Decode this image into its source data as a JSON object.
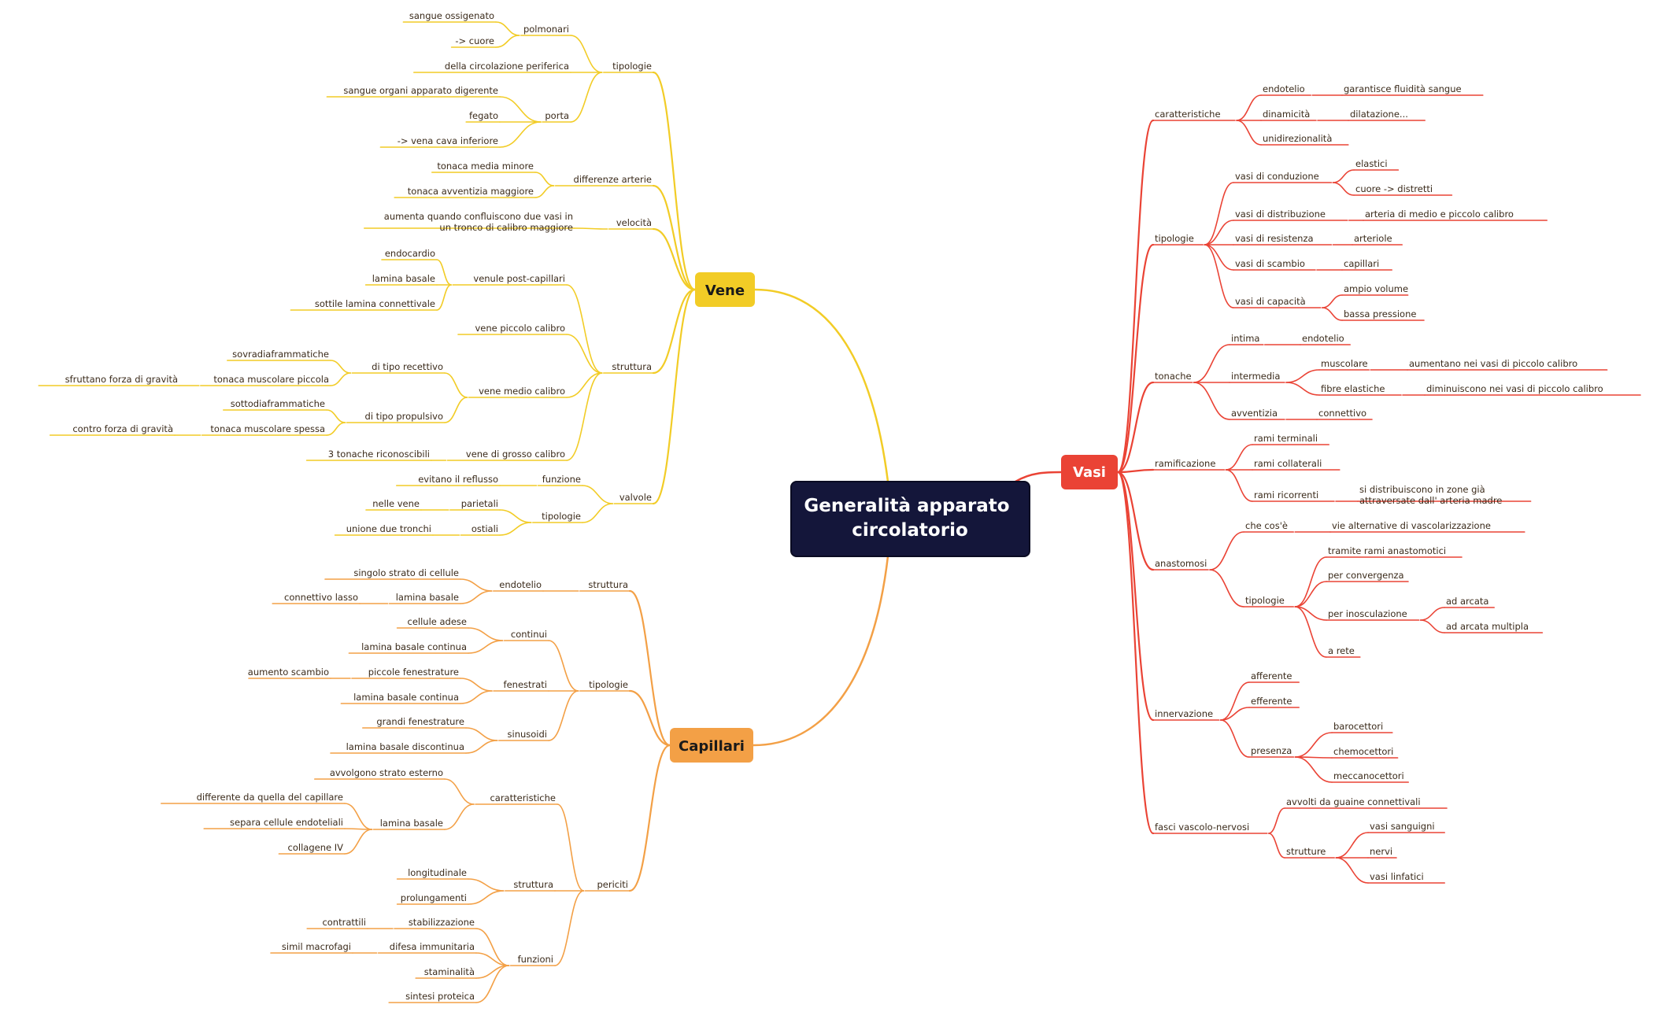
{
  "root": "Generalità apparato circolatorio",
  "colors": {
    "root_bg": "#14163a",
    "vene": "#f2cc26",
    "capillari": "#f3a046",
    "vasi": "#ea4335"
  },
  "branches": {
    "vene": {
      "label": "Vene",
      "children": [
        {
          "label": "tipologie",
          "children": [
            {
              "label": "polmonari",
              "children": [
                {
                  "label": "sangue ossigenato"
                },
                {
                  "label": "-> cuore"
                }
              ]
            },
            {
              "label": "della circolazione periferica"
            },
            {
              "label": "porta",
              "children": [
                {
                  "label": "sangue organi apparato digerente"
                },
                {
                  "label": "fegato"
                },
                {
                  "label": "-> vena cava inferiore"
                }
              ]
            }
          ]
        },
        {
          "label": "differenze arterie",
          "children": [
            {
              "label": "tonaca media minore"
            },
            {
              "label": "tonaca avventizia maggiore"
            }
          ]
        },
        {
          "label": "velocità",
          "children": [
            {
              "label": "aumenta quando confluiscono due vasi in un tronco di calibro maggiore"
            }
          ]
        },
        {
          "label": "struttura",
          "children": [
            {
              "label": "venule post-capillari",
              "children": [
                {
                  "label": "endocardio"
                },
                {
                  "label": "lamina basale"
                },
                {
                  "label": "sottile lamina connettivale"
                }
              ]
            },
            {
              "label": "vene piccolo calibro"
            },
            {
              "label": "vene medio calibro",
              "children": [
                {
                  "label": "di tipo recettivo",
                  "children": [
                    {
                      "label": "sovradiaframmatiche"
                    },
                    {
                      "label": "tonaca muscolare piccola",
                      "children": [
                        {
                          "label": "sfruttano forza di gravità"
                        }
                      ]
                    }
                  ]
                },
                {
                  "label": "di tipo propulsivo",
                  "children": [
                    {
                      "label": "sottodiaframmatiche"
                    },
                    {
                      "label": "tonaca muscolare spessa",
                      "children": [
                        {
                          "label": "contro forza di gravità"
                        }
                      ]
                    }
                  ]
                }
              ]
            },
            {
              "label": "vene di grosso calibro",
              "children": [
                {
                  "label": "3 tonache riconoscibili"
                }
              ]
            }
          ]
        },
        {
          "label": "valvole",
          "children": [
            {
              "label": "funzione",
              "children": [
                {
                  "label": "evitano il reflusso"
                }
              ]
            },
            {
              "label": "tipologie",
              "children": [
                {
                  "label": "parietali",
                  "children": [
                    {
                      "label": "nelle vene"
                    }
                  ]
                },
                {
                  "label": "ostiali",
                  "children": [
                    {
                      "label": "unione due tronchi"
                    }
                  ]
                }
              ]
            }
          ]
        }
      ]
    },
    "capillari": {
      "label": "Capillari",
      "children": [
        {
          "label": "struttura",
          "children": [
            {
              "label": "endotelio",
              "children": [
                {
                  "label": "singolo strato di cellule"
                },
                {
                  "label": "lamina basale",
                  "children": [
                    {
                      "label": "connettivo lasso"
                    }
                  ]
                }
              ]
            }
          ]
        },
        {
          "label": "tipologie",
          "children": [
            {
              "label": "continui",
              "children": [
                {
                  "label": "cellule adese"
                },
                {
                  "label": "lamina basale continua"
                }
              ]
            },
            {
              "label": "fenestrati",
              "children": [
                {
                  "label": "piccole fenestrature",
                  "children": [
                    {
                      "label": "aumento scambio"
                    }
                  ]
                },
                {
                  "label": "lamina basale continua"
                }
              ]
            },
            {
              "label": "sinusoidi",
              "children": [
                {
                  "label": "grandi fenestrature"
                },
                {
                  "label": "lamina basale discontinua"
                }
              ]
            }
          ]
        },
        {
          "label": "periciti",
          "children": [
            {
              "label": "caratteristiche",
              "children": [
                {
                  "label": "avvolgono strato esterno"
                },
                {
                  "label": "lamina basale",
                  "children": [
                    {
                      "label": "differente da quella del capillare"
                    },
                    {
                      "label": "separa cellule endoteliali"
                    },
                    {
                      "label": "collagene IV"
                    }
                  ]
                }
              ]
            },
            {
              "label": "struttura",
              "children": [
                {
                  "label": "longitudinale"
                },
                {
                  "label": "prolungamenti"
                }
              ]
            },
            {
              "label": "funzioni",
              "children": [
                {
                  "label": "stabilizzazione",
                  "children": [
                    {
                      "label": "contrattili"
                    }
                  ]
                },
                {
                  "label": "difesa immunitaria",
                  "children": [
                    {
                      "label": "simil macrofagi"
                    }
                  ]
                },
                {
                  "label": "staminalità"
                },
                {
                  "label": "sintesi proteica"
                }
              ]
            }
          ]
        }
      ]
    },
    "vasi": {
      "label": "Vasi",
      "children": [
        {
          "label": "caratteristiche",
          "children": [
            {
              "label": "endotelio",
              "children": [
                {
                  "label": "garantisce fluidità sangue"
                }
              ]
            },
            {
              "label": "dinamicità",
              "children": [
                {
                  "label": "dilatazione..."
                }
              ]
            },
            {
              "label": "unidirezionalità"
            }
          ]
        },
        {
          "label": "tipologie",
          "children": [
            {
              "label": "vasi di conduzione",
              "children": [
                {
                  "label": "elastici"
                },
                {
                  "label": "cuore -> distretti"
                }
              ]
            },
            {
              "label": "vasi di distribuzione",
              "children": [
                {
                  "label": "arteria di medio e piccolo calibro"
                }
              ]
            },
            {
              "label": "vasi di resistenza",
              "children": [
                {
                  "label": "arteriole"
                }
              ]
            },
            {
              "label": "vasi di scambio",
              "children": [
                {
                  "label": "capillari"
                }
              ]
            },
            {
              "label": "vasi di capacità",
              "children": [
                {
                  "label": "ampio volume"
                },
                {
                  "label": "bassa pressione"
                }
              ]
            }
          ]
        },
        {
          "label": "tonache",
          "children": [
            {
              "label": "intima",
              "children": [
                {
                  "label": "endotelio"
                }
              ]
            },
            {
              "label": "intermedia",
              "children": [
                {
                  "label": "muscolare",
                  "children": [
                    {
                      "label": "aumentano nei vasi di piccolo calibro"
                    }
                  ]
                },
                {
                  "label": "fibre elastiche",
                  "children": [
                    {
                      "label": "diminuiscono nei vasi di piccolo calibro"
                    }
                  ]
                }
              ]
            },
            {
              "label": "avventizia",
              "children": [
                {
                  "label": "connettivo"
                }
              ]
            }
          ]
        },
        {
          "label": "ramificazione",
          "children": [
            {
              "label": "rami terminali"
            },
            {
              "label": "rami collaterali"
            },
            {
              "label": "rami ricorrenti",
              "children": [
                {
                  "label": "si distribuiscono in zone già attraversate dall' arteria madre"
                }
              ]
            }
          ]
        },
        {
          "label": "anastomosi",
          "children": [
            {
              "label": "che cos'è",
              "children": [
                {
                  "label": "vie alternative di vascolarizzazione"
                }
              ]
            },
            {
              "label": "tipologie",
              "children": [
                {
                  "label": "tramite rami anastomotici"
                },
                {
                  "label": "per convergenza"
                },
                {
                  "label": "per inosculazione",
                  "children": [
                    {
                      "label": "ad arcata"
                    },
                    {
                      "label": "ad arcata multipla"
                    }
                  ]
                },
                {
                  "label": "a rete"
                }
              ]
            }
          ]
        },
        {
          "label": "innervazione",
          "children": [
            {
              "label": "afferente"
            },
            {
              "label": "efferente"
            },
            {
              "label": "presenza",
              "children": [
                {
                  "label": "barocettori"
                },
                {
                  "label": "chemocettori"
                },
                {
                  "label": "meccanocettori"
                }
              ]
            }
          ]
        },
        {
          "label": "fasci vascolo-nervosi",
          "children": [
            {
              "label": "avvolti da guaine connettivali"
            },
            {
              "label": "strutture",
              "children": [
                {
                  "label": "vasi sanguigni"
                },
                {
                  "label": "nervi"
                },
                {
                  "label": "vasi linfatici"
                }
              ]
            }
          ]
        }
      ]
    }
  }
}
